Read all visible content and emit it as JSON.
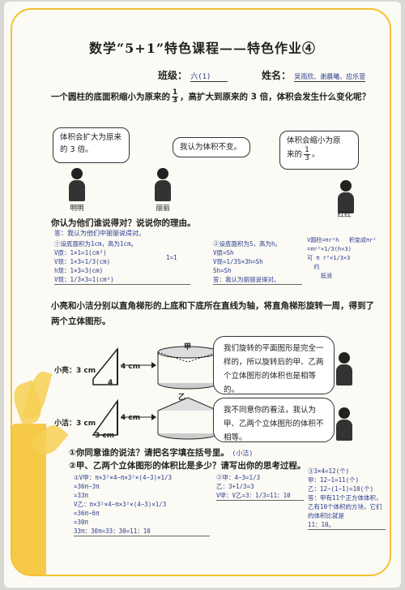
{
  "title": "数学“5+1”特色课程——特色作业④",
  "info": {
    "class_label": "班级：",
    "class_value": "六(1)",
    "name_label": "姓名：",
    "name_value": "吴雨欣、谢晨曦、应乐萱"
  },
  "problem1": {
    "text_a": "一个圆柱的底面积缩小为原来的",
    "frac_num": "1",
    "frac_den": "3",
    "text_b": "，高扩大到原来的 3 倍，体积会发生什么变化呢？"
  },
  "bubbles": {
    "mingming": "体积会扩大为原来的 3 倍。",
    "lili": "我认为体积不变。",
    "honghong_a": "体积会缩小为原",
    "honghong_b": "来的",
    "honghong_num": "1",
    "honghong_den": "3",
    "honghong_end": "。"
  },
  "people": {
    "mingming": "明明",
    "lili": "丽丽",
    "honghong": "红红"
  },
  "q1": "你认为他们谁说得对？说说你的理由。",
  "q1_answer": "答：我认为他们中丽丽说得对。",
  "sol1": "①设底面积为1cm，高为1cm。\nV原：1×1=1(cm³)\nV现：1×3=1/3(cm)\nh现：1×3=3(cm)\nV现：1/3×3=1(cm³)",
  "sol1_extra": "1=1",
  "sol2": "②设底面积为S，高为h。\nV原=Sh\nV现=1/3S×3h=Sh\nSh=Sh\n答：我认为丽丽说得对。",
  "sol3": "V圆柱=πr²h   积变成πr²\n=πr²×1/3(h×3)\n可 π r²×1/3×3\n  约\n    抵消",
  "problem2": "小亮和小洁分别以直角梯形的上底和下底所在直线为轴，将直角梯形旋转一周，得到了两个立体图形。",
  "liang": {
    "label": "小亮",
    "dim_left": "3 cm",
    "dim_right": "4 cm",
    "dim_top": "4",
    "solid": "甲",
    "speech": "我们旋转的平面图形是完全一样的，所以旋转后的甲、乙两个立体图形的体积也是相等的。"
  },
  "jie": {
    "label": "小洁",
    "dim_left": "3 cm",
    "dim_right": "4 cm",
    "dim_bottom": "3 cm",
    "solid": "乙",
    "speech": "我不同意你的看法，我认为甲、乙两个立体图形的体积不相等。"
  },
  "q2_1": "①你同意谁的说法？请把名字填在括号里。",
  "q2_1_answer": "(小洁)",
  "q2_2": "②甲、乙两个立体图形的体积比是多少？请写出你的思考过程。",
  "work1": "①V甲：π×3²×4−π×3²×(4−3)×1/3\n=36π−3π\n=33π\nV乙：π×3²×4−π×3²×(4−3)×1/3\n=36π−6π\n=30π\n33π：30π=33：30=11：10",
  "work2": "②甲：4−3=1/3\n乙：3+1/3=3\nV甲：V乙=3：1/3=11：10",
  "work3": "③3×4=12(个)\n甲：12−1=11(个)\n乙：12−(1−1)=10(个)\n答：甲有11个正方体体积，乙有10个体积的方块，它们的体积比就是\n11：10。"
}
